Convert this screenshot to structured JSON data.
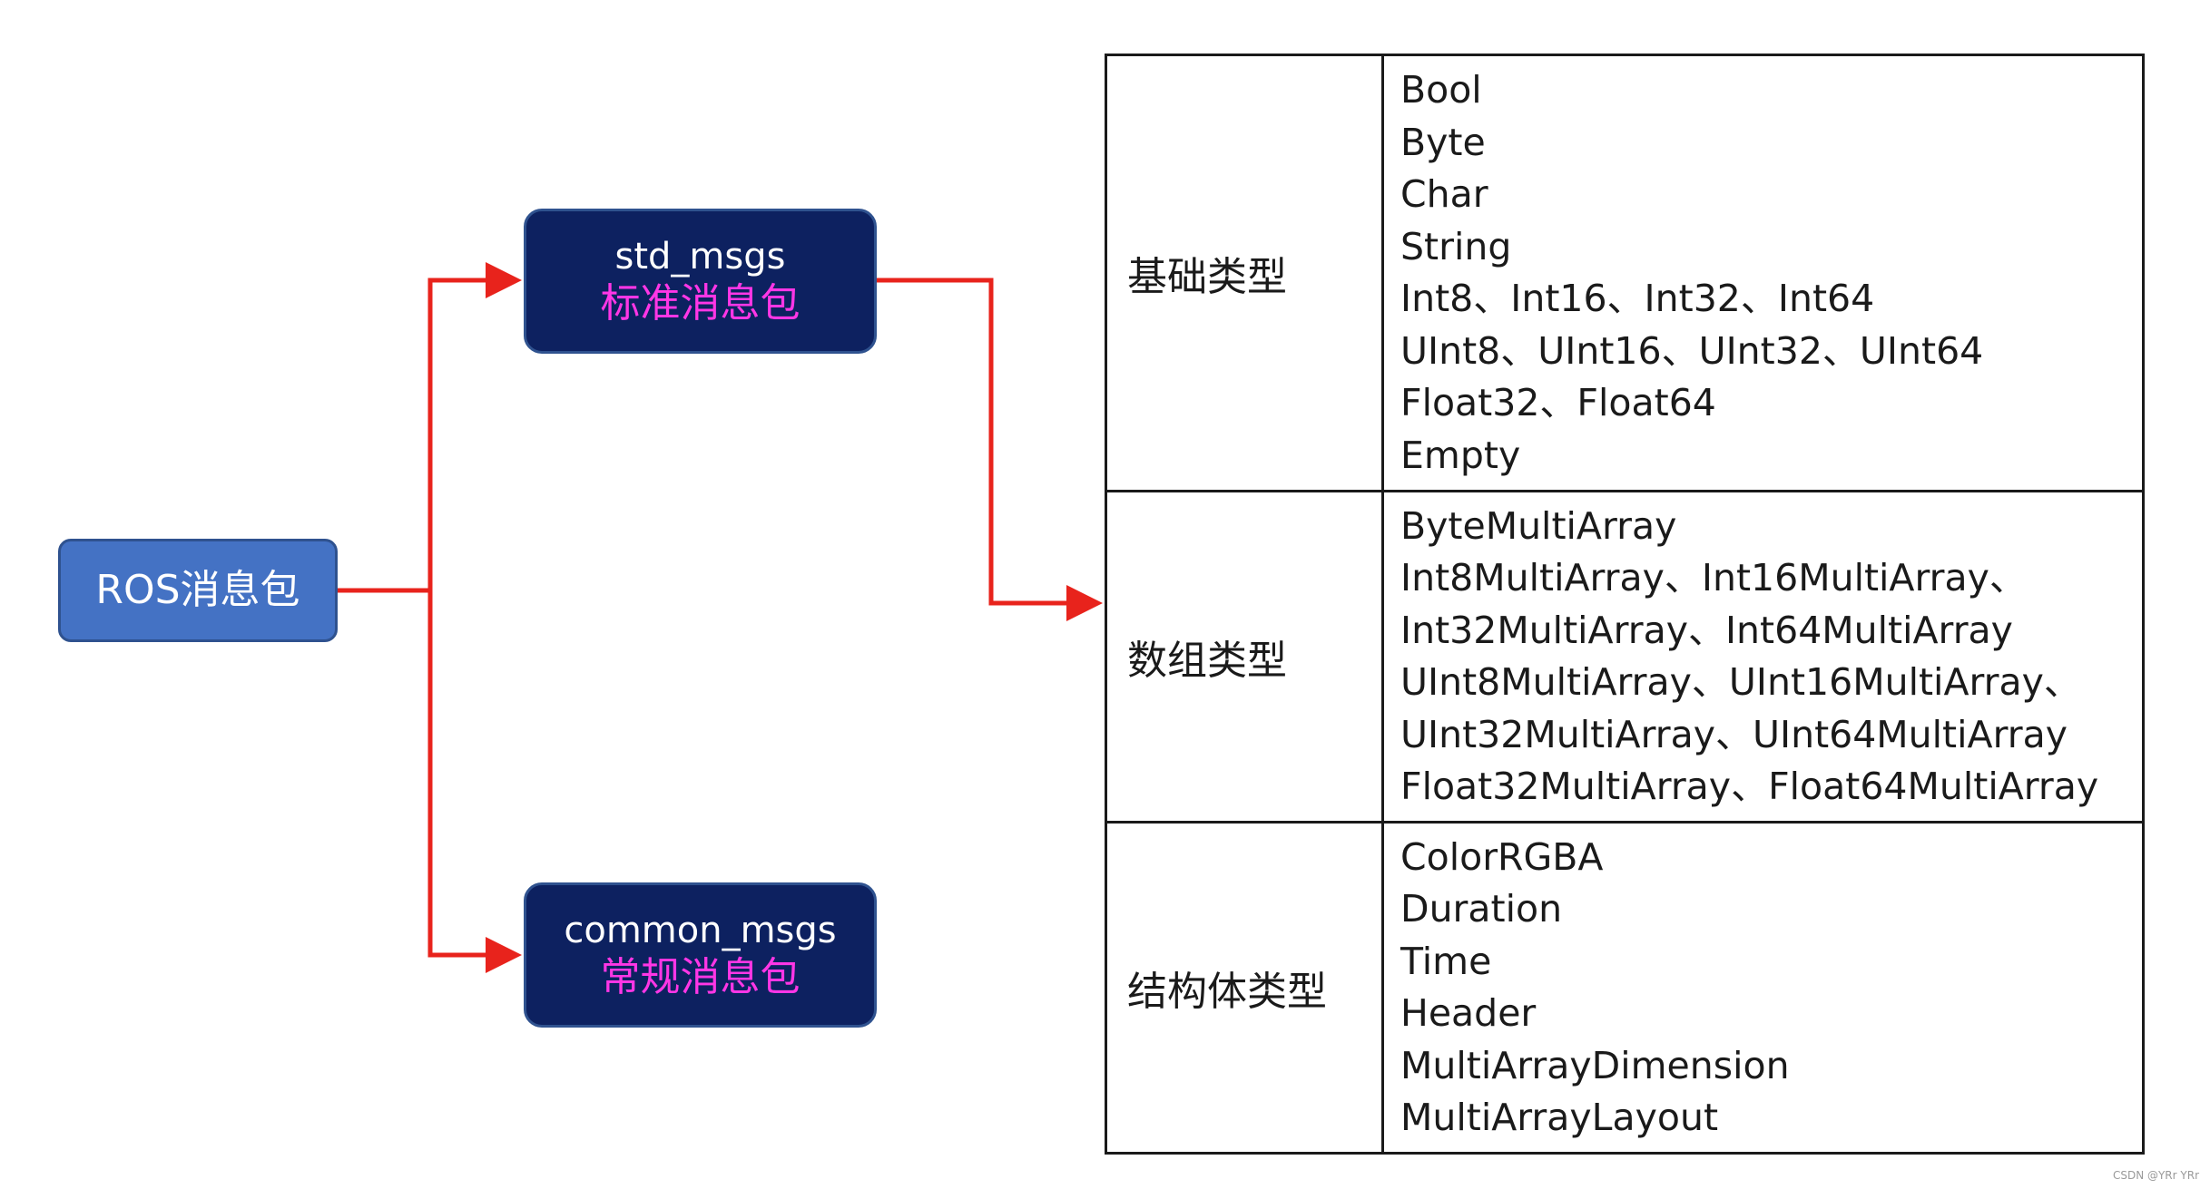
{
  "diagram": {
    "root": {
      "label": "ROS消息包"
    },
    "branches": [
      {
        "id": "std",
        "title": "std_msgs",
        "subtitle": "标准消息包"
      },
      {
        "id": "common",
        "title": "common_msgs",
        "subtitle": "常规消息包"
      }
    ],
    "colors": {
      "root_fill": "#4472c4",
      "branch_fill": "#0d2160",
      "subtitle_text": "#ff36e6",
      "arrow": "#e8231c"
    }
  },
  "table": {
    "rows": [
      {
        "category": "基础类型",
        "items": [
          "Bool",
          "Byte",
          "Char",
          "String",
          "Int8、Int16、Int32、Int64",
          "UInt8、UInt16、UInt32、UInt64",
          "Float32、Float64",
          "Empty"
        ]
      },
      {
        "category": "数组类型",
        "items": [
          "ByteMultiArray",
          "Int8MultiArray、Int16MultiArray、",
          "Int32MultiArray、Int64MultiArray",
          "UInt8MultiArray、UInt16MultiArray、",
          "UInt32MultiArray、UInt64MultiArray",
          "Float32MultiArray、Float64MultiArray"
        ]
      },
      {
        "category": "结构体类型",
        "items": [
          "ColorRGBA",
          "Duration",
          "Time",
          "Header",
          "MultiArrayDimension",
          "MultiArrayLayout"
        ]
      }
    ]
  },
  "watermark": "CSDN @YRr YRr"
}
